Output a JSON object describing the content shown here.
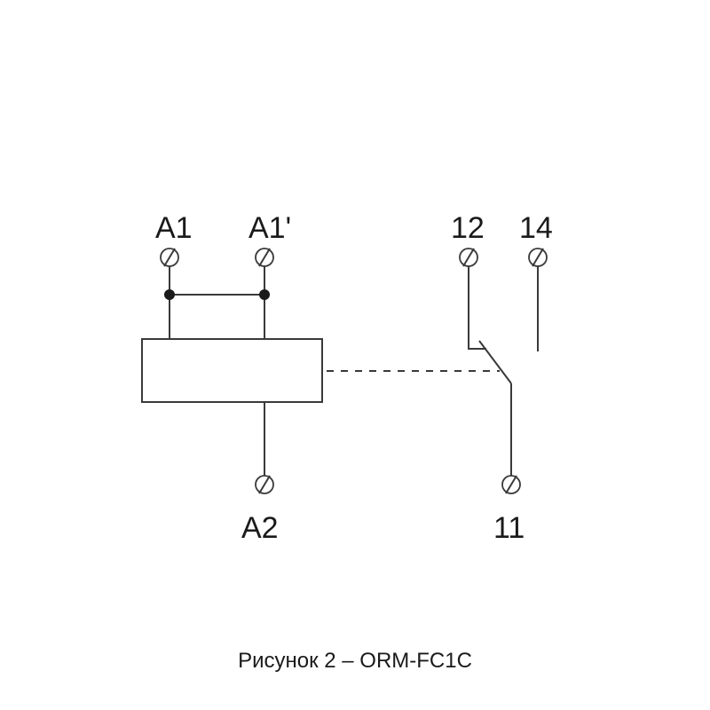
{
  "terminals": {
    "a1": "A1",
    "a1_prime": "A1'",
    "a2": "A2",
    "t12": "12",
    "t14": "14",
    "t11": "11"
  },
  "caption": "Рисунок 2 – ORM-FC1C",
  "colors": {
    "line": "#3a3a3a",
    "text": "#1a1a1a",
    "background": "#ffffff"
  }
}
